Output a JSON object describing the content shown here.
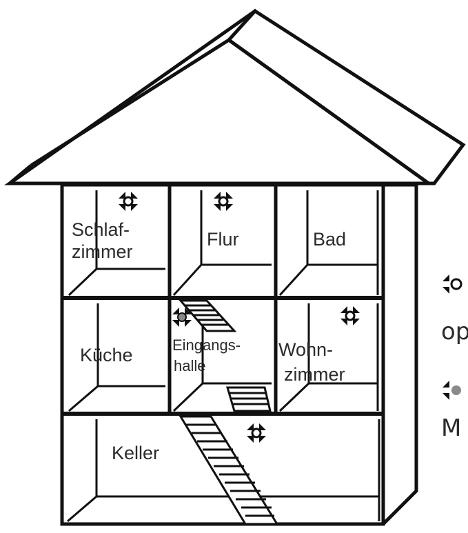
{
  "colors": {
    "line": "#111111",
    "detector_gray": "#8a8a8a",
    "text": "#2b2b2b",
    "background": "#ffffff"
  },
  "rooms": {
    "schlafzimmer": [
      "Schlaf-",
      "zimmer"
    ],
    "flur": "Flur",
    "bad": "Bad",
    "kueche": "Küche",
    "eingangshalle": [
      "Eingangs-",
      "halle"
    ],
    "wohnzimmer": [
      "Wohn-",
      "zimmer"
    ],
    "keller": "Keller"
  },
  "legend": {
    "item1_text": "op",
    "item2_text": "M",
    "item1_icon": "smoke-detector-icon",
    "item2_icon": "smoke-detector-mandatory-icon"
  },
  "icons": {
    "detector": "smoke-detector-icon",
    "stairs": "staircase-icon"
  }
}
